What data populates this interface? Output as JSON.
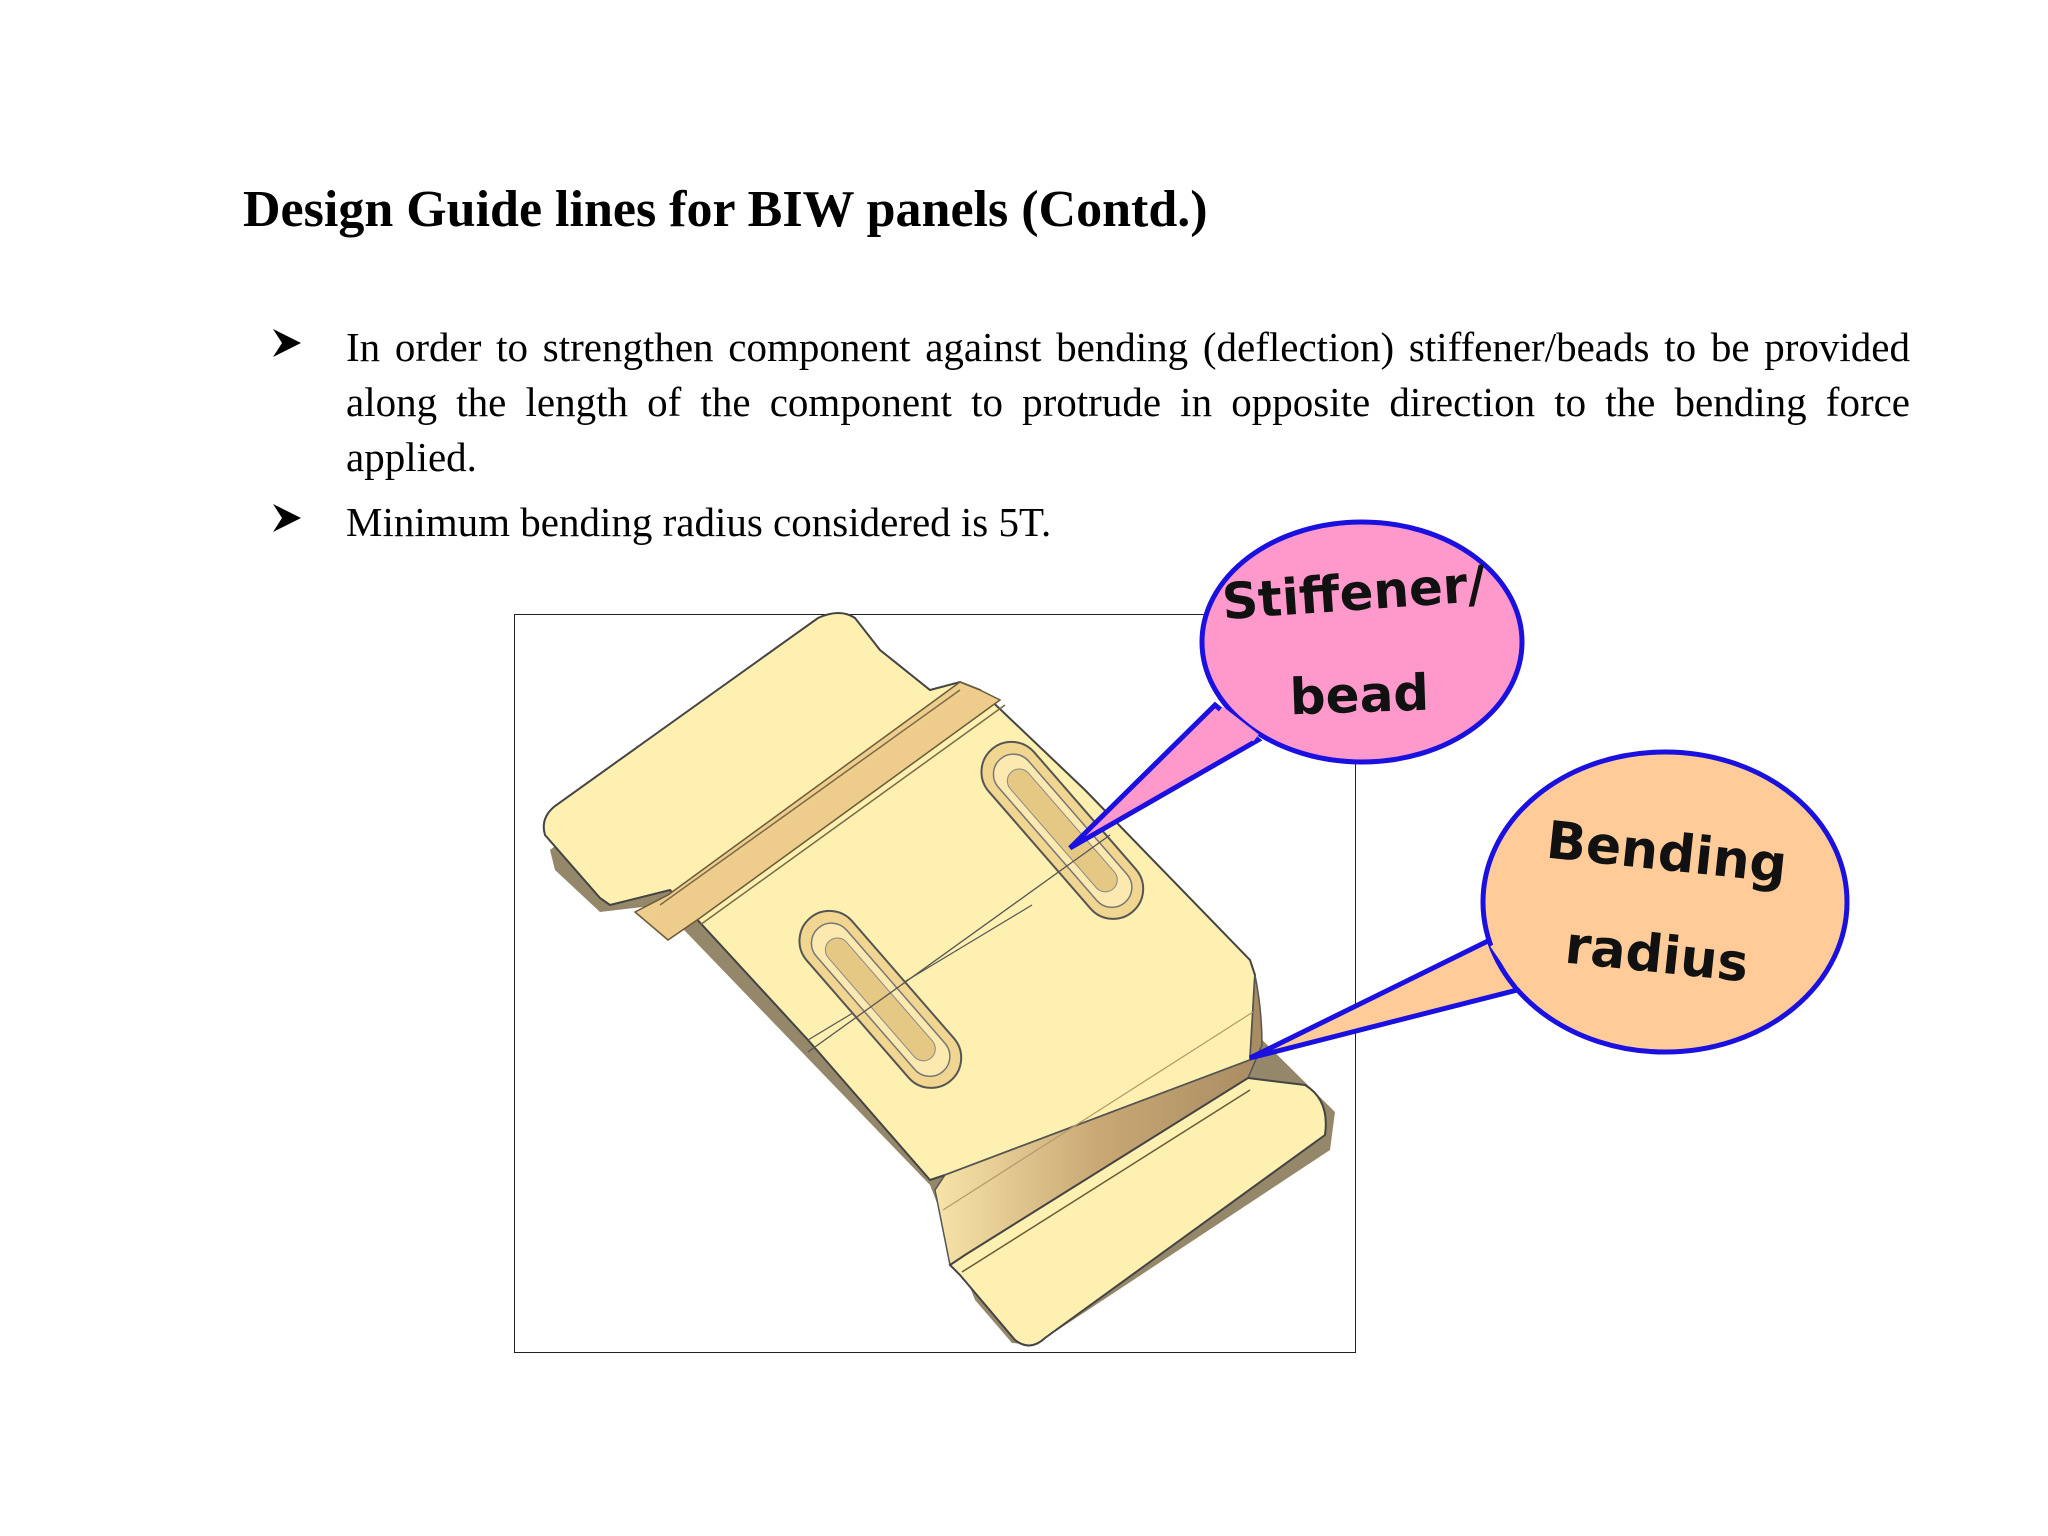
{
  "slide": {
    "title": "Design Guide lines for BIW panels (Contd.)",
    "bullets": [
      {
        "icon": "arrow-bullet-icon",
        "text": "In order to strengthen component against bending (deflection) stiffener/beads to be provided along the length of the component to protrude in opposite direction to the bending force applied."
      },
      {
        "icon": "arrow-bullet-icon",
        "text": "Minimum bending radius considered is 5T."
      }
    ]
  },
  "figure": {
    "callouts": [
      {
        "line1": "Stiffener/",
        "line2": "bead",
        "fill": "#ff99cc",
        "border": "#1a10e0"
      },
      {
        "line1": "Bending",
        "line2": "radius",
        "fill": "#ffcc99",
        "border": "#1a10e0"
      }
    ],
    "panel_color": "#fdf0b0"
  }
}
